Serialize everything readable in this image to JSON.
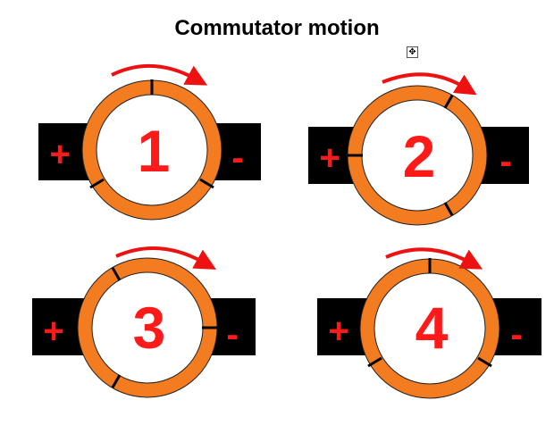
{
  "title": "Commutator motion",
  "move_handle_icon": "move-arrows-icon",
  "colors": {
    "ring": "#f47c20",
    "sign": "#ff1a1a",
    "block": "#000000",
    "arrow": "#ee1111"
  },
  "panels": [
    {
      "number": "1",
      "plus": "+",
      "minus": "-"
    },
    {
      "number": "2",
      "plus": "+",
      "minus": "-"
    },
    {
      "number": "3",
      "plus": "+",
      "minus": "-"
    },
    {
      "number": "4",
      "plus": "+",
      "minus": "-"
    }
  ]
}
